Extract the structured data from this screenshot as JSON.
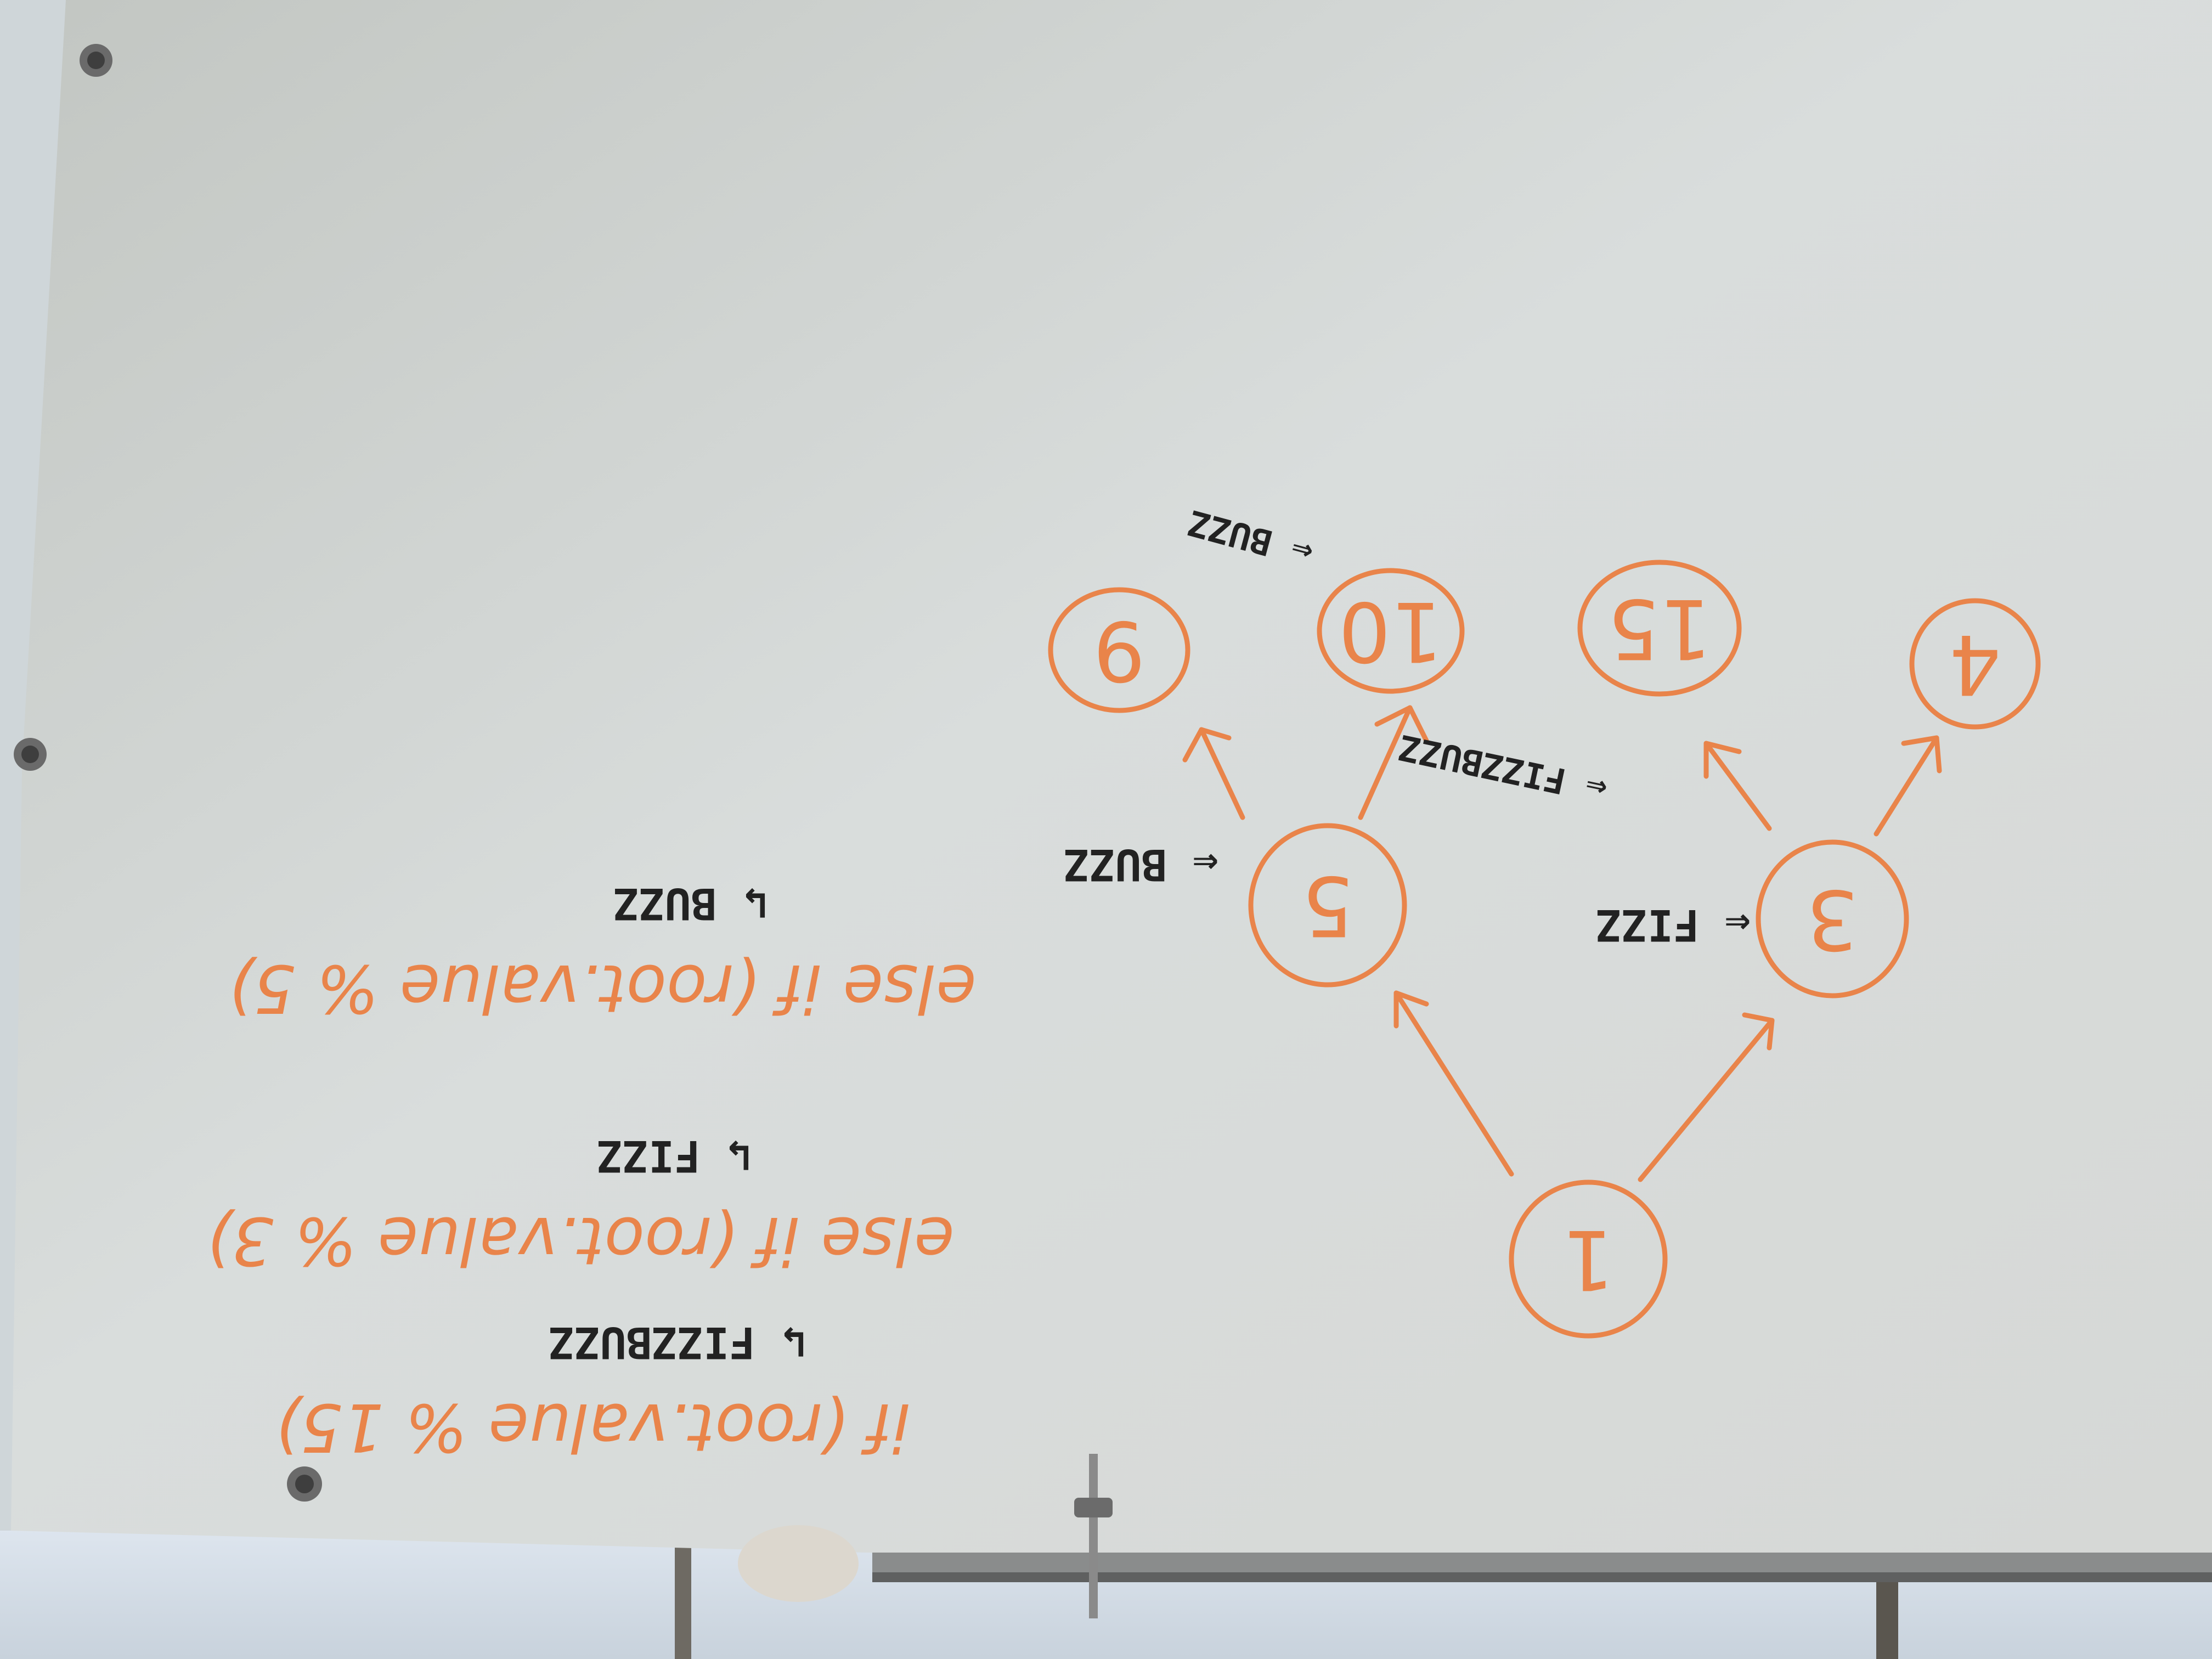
{
  "colors": {
    "marker_orange": "#e9844a",
    "marker_black": "#222222",
    "board": "#d9dddc",
    "window_light": "#e7edf3"
  },
  "tree": {
    "nodes": [
      {
        "id": "n1",
        "label": "1"
      },
      {
        "id": "n3",
        "label": "3"
      },
      {
        "id": "n5",
        "label": "5"
      },
      {
        "id": "n4",
        "label": "4"
      },
      {
        "id": "n15",
        "label": "15"
      },
      {
        "id": "n10",
        "label": "10"
      },
      {
        "id": "n9",
        "label": "9"
      }
    ],
    "annotations": {
      "n3": "⇐ FIZZ",
      "n5": "⇐ BUZZ",
      "n15": "⇐ FIZZBUZZ",
      "n10": "⇐ BUZZ"
    }
  },
  "code": {
    "line1": "if (root.value % 15)",
    "line1_result": "↳ FIZZBUZZ",
    "line2": "else if (root.value % 3)",
    "line2_result": "↳ FIZZ",
    "line3": "else if (root.value % 5)",
    "line3_result": "↳ BUZZ"
  }
}
